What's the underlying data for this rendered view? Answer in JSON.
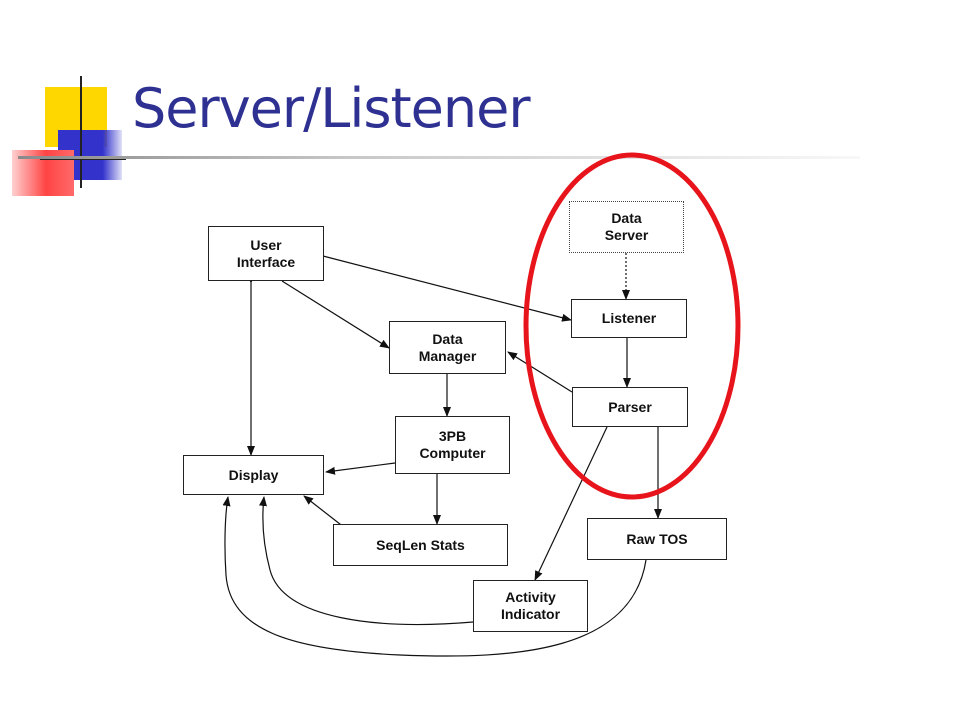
{
  "slide": {
    "title": "Server/Listener"
  },
  "colors": {
    "title": "#2e3192",
    "accent_yellow": "#ffd700",
    "accent_blue": "#3333cc",
    "accent_red": "#ff4444",
    "highlight_ellipse": "#e8141b",
    "line": "#111111",
    "rule": "#c8c8c8"
  },
  "diagram": {
    "nodes": {
      "data_server": "Data\nServer",
      "user_interface": "User\nInterface",
      "listener": "Listener",
      "data_manager": "Data\nManager",
      "parser": "Parser",
      "three_pb_computer": "3PB\nComputer",
      "display": "Display",
      "raw_tos": "Raw TOS",
      "seqlen_stats": "SeqLen Stats",
      "activity_indicator": "Activity\nIndicator"
    }
  }
}
